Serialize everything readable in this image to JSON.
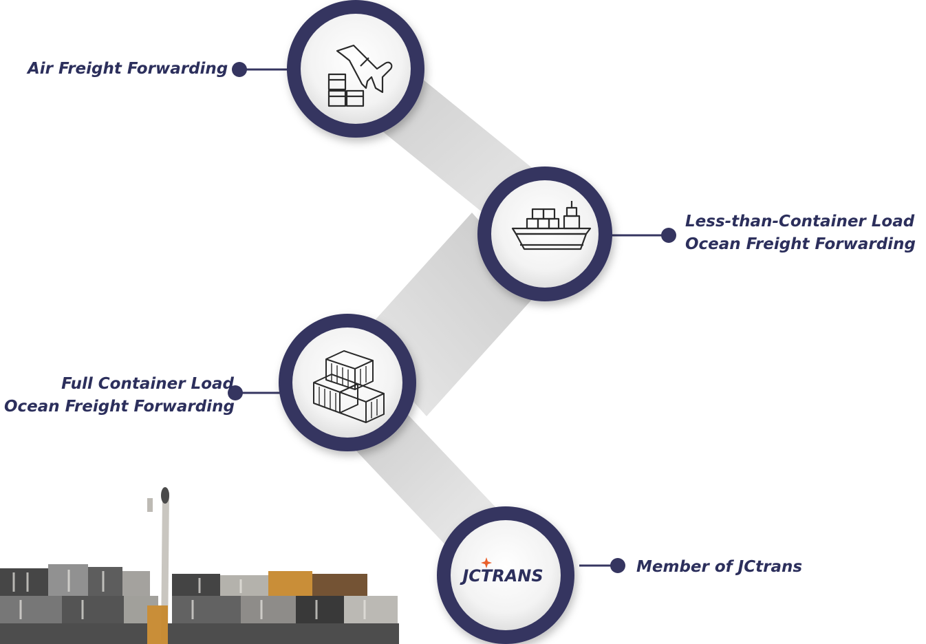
{
  "services": [
    {
      "id": "air",
      "lines": [
        "Air Freight Forwarding"
      ],
      "icon": "plane-with-boxes-icon"
    },
    {
      "id": "lcl",
      "lines": [
        "Less-than-Container Load",
        "Ocean Freight Forwarding"
      ],
      "icon": "cargo-ship-icon"
    },
    {
      "id": "fcl",
      "lines": [
        "Full Container Load",
        "Ocean Freight Forwarding"
      ],
      "icon": "stacked-containers-icon"
    },
    {
      "id": "member",
      "lines": [
        "Member of JCtrans"
      ],
      "icon": "jctrans-logo"
    }
  ],
  "logo": {
    "text": "JCTRANS"
  },
  "colors": {
    "ring": "#353560",
    "text": "#2c2f5c",
    "band": "#d6d6d6",
    "logo_accent": "#e95f2a"
  }
}
